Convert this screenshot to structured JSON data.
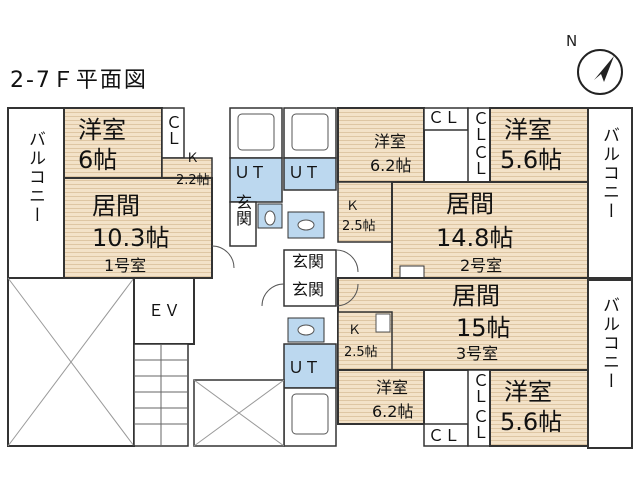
{
  "title": "2-7Ｆ平面図",
  "compass": {
    "label": "N"
  },
  "balconies": {
    "left": "バルコニー",
    "right_top": "バルコニー",
    "right_bottom": "バルコニー"
  },
  "unit1": {
    "western_name": "洋室",
    "western_size": "6帖",
    "cl": "ＣＬ",
    "kitchen": "Ｋ",
    "kitchen_size": "2.2帖",
    "living_name": "居間",
    "living_size": "10.3帖",
    "unit_label": "1号室",
    "ut": "ＵＴ",
    "entrance": "玄関"
  },
  "unit2": {
    "western_a_name": "洋室",
    "western_a_size": "6.2帖",
    "cl_a": "ＣＬ",
    "western_b_name": "洋室",
    "western_b_size": "5.6帖",
    "cl_b": "ＣＬ",
    "cl_c": "ＣＬ",
    "kitchen": "Ｋ",
    "kitchen_size": "2.5帖",
    "living_name": "居間",
    "living_size": "14.8帖",
    "unit_label": "2号室",
    "ut": "ＵＴ",
    "entrance": "玄関"
  },
  "unit3": {
    "kitchen": "Ｋ",
    "kitchen_size": "2.5帖",
    "living_name": "居間",
    "living_size": "15帖",
    "unit_label": "3号室",
    "western_a_name": "洋室",
    "western_a_size": "6.2帖",
    "cl_a": "ＣＬ",
    "western_b_name": "洋室",
    "western_b_size": "5.6帖",
    "cl_b": "ＣＬ",
    "cl_c": "ＣＬ",
    "ut": "ＵＴ",
    "entrance": "玄関"
  },
  "elevator": "ＥＶ",
  "colors": {
    "room_fill": "#f1dfc4",
    "wet_fill": "#bcd8ef",
    "wall": "#333333"
  }
}
